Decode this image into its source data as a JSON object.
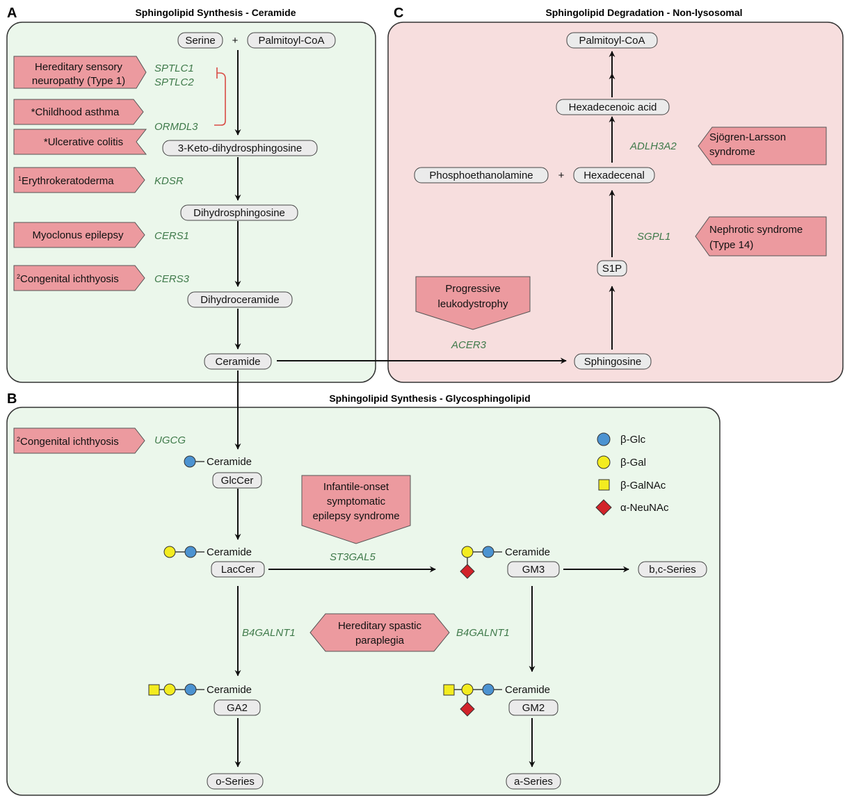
{
  "panels": {
    "A": {
      "letter": "A",
      "title": "Sphingolipid Synthesis - Ceramide"
    },
    "B": {
      "letter": "B",
      "title": "Sphingolipid Synthesis - Glycosphingolipid"
    },
    "C": {
      "letter": "C",
      "title": "Sphingolipid Degradation - Non-lysosomal"
    }
  },
  "colors": {
    "panel_green": "#ebf7eb",
    "panel_pink": "#f7dede",
    "disease_fill": "#ec9a9f",
    "node_fill": "#ebebeb",
    "gene_text": "#3f7a4a",
    "inhibit_line": "#d94b44",
    "glc_blue": "#4c93d1",
    "gal_yellow": "#f3ec20",
    "neunac_red": "#d2232a"
  },
  "nodes": {
    "serine": "Serine",
    "plus_a": "+",
    "palmitoyl_coa_a": "Palmitoyl-CoA",
    "keto": "3-Keto-dihydrosphingosine",
    "dihydrosphingosine": "Dihydrosphingosine",
    "dihydroceramide": "Dihydroceramide",
    "ceramide": "Ceramide",
    "palmitoyl_coa_c": "Palmitoyl-CoA",
    "hexadecenoic": "Hexadecenoic acid",
    "phosphoethanolamine": "Phosphoethanolamine",
    "plus_c": "+",
    "hexadecenal": "Hexadecenal",
    "s1p": "S1P",
    "sphingosine": "Sphingosine",
    "glccer": "GlcCer",
    "laccer": "LacCer",
    "gm3": "GM3",
    "bc_series": "b,c-Series",
    "ga2": "GA2",
    "gm2": "GM2",
    "o_series": "o-Series",
    "a_series": "a-Series",
    "ceramide_label": "Ceramide"
  },
  "genes": {
    "sptlc1": "SPTLC1",
    "sptlc2": "SPTLC2",
    "ormdl3": "ORMDL3",
    "kdsr": "KDSR",
    "cers1": "CERS1",
    "cers3": "CERS3",
    "adlh3a2": "ADLH3A2",
    "sgpl1": "SGPL1",
    "acer3": "ACER3",
    "ugcg": "UGCG",
    "st3gal5": "ST3GAL5",
    "b4galnt1_left": "B4GALNT1",
    "b4galnt1_right": "B4GALNT1"
  },
  "diseases": {
    "hsn": [
      "Hereditary sensory",
      "neuropathy (Type 1)"
    ],
    "asthma": "*Childhood asthma",
    "colitis": "*Ulcerative colitis",
    "erythro": {
      "sup": "1",
      "text": "Erythrokeratoderma"
    },
    "myoclonus": "Myoclonus epilepsy",
    "ichthyosis_a": {
      "sup": "2",
      "text": "Congenital ichthyosis"
    },
    "sjogren": [
      "Sjögren-Larsson",
      "syndrome"
    ],
    "nephrotic": [
      "Nephrotic syndrome",
      "(Type 14)"
    ],
    "leukodystrophy": [
      "Progressive",
      "leukodystrophy"
    ],
    "ichthyosis_b": {
      "sup": "2",
      "text": "Congenital ichthyosis"
    },
    "infantile": [
      "Infantile-onset",
      "symptomatic",
      "epilepsy syndrome"
    ],
    "spastic": [
      "Hereditary spastic",
      "paraplegia"
    ]
  },
  "legend": {
    "glc": "β-Glc",
    "gal": "β-Gal",
    "galnac": "β-GalNAc",
    "neunac": "α-NeuNAc"
  }
}
